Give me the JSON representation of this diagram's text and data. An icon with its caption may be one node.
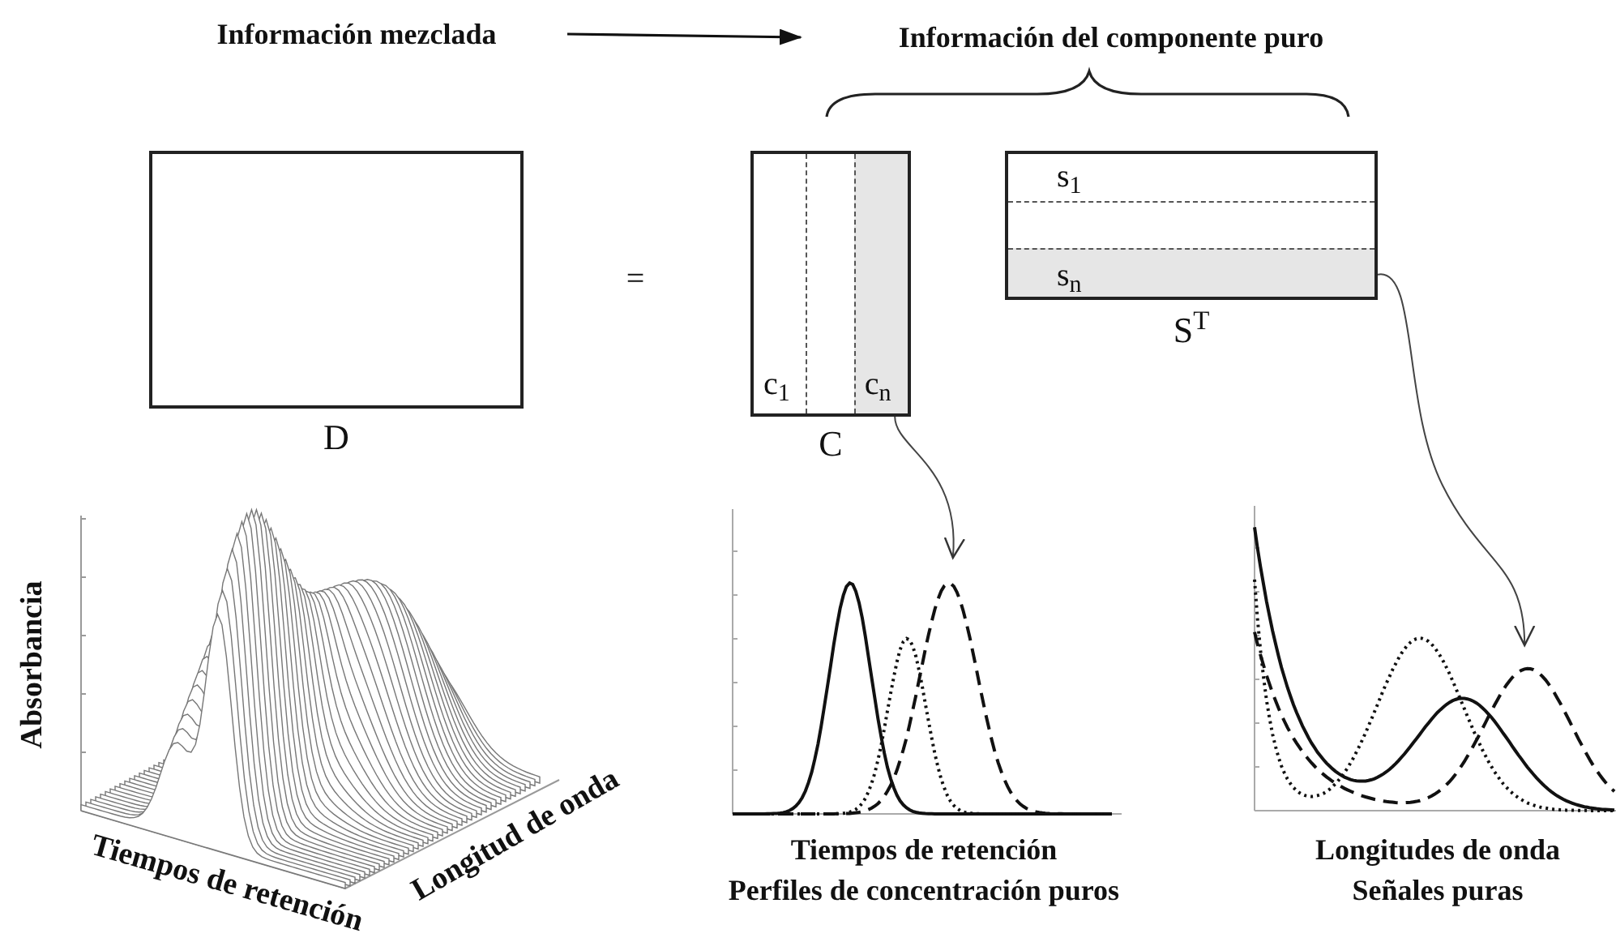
{
  "diagram": {
    "nodes": [
      {
        "text": [
          "Información mezclada"
        ]
      },
      {
        "text": [
          "Información del componente puro"
        ]
      },
      {
        "text": [],
        "shape": "box",
        "beside": [
          "D"
        ]
      },
      {
        "text": [
          "c$_{1}$",
          "c$_{n}$"
        ],
        "beside": [
          "C"
        ]
      },
      {
        "text": [
          "s$_{1}$",
          "s$_{n}$"
        ],
        "beside": [
          "S$^{T}$"
        ]
      },
      {
        "text": [],
        "shape": "picture",
        "beside": [
          "Tiempos de retención",
          "Perfiles de concentración puros"
        ]
      },
      {
        "text": [],
        "shape": "picture",
        "beside": [
          "Longitudes de onda",
          "Señales puras"
        ]
      }
    ],
    "edges": [
      {
        "from": 0,
        "to": 1,
        "arrow": "to"
      },
      {
        "from": 3,
        "to": 5,
        "arrow": "to"
      },
      {
        "from": 4,
        "to": 6,
        "arrow": "to"
      }
    ],
    "labels": [
      "=",
      "Absorbancia",
      "Tiempos de retención",
      "Longitud de onda"
    ]
  }
}
